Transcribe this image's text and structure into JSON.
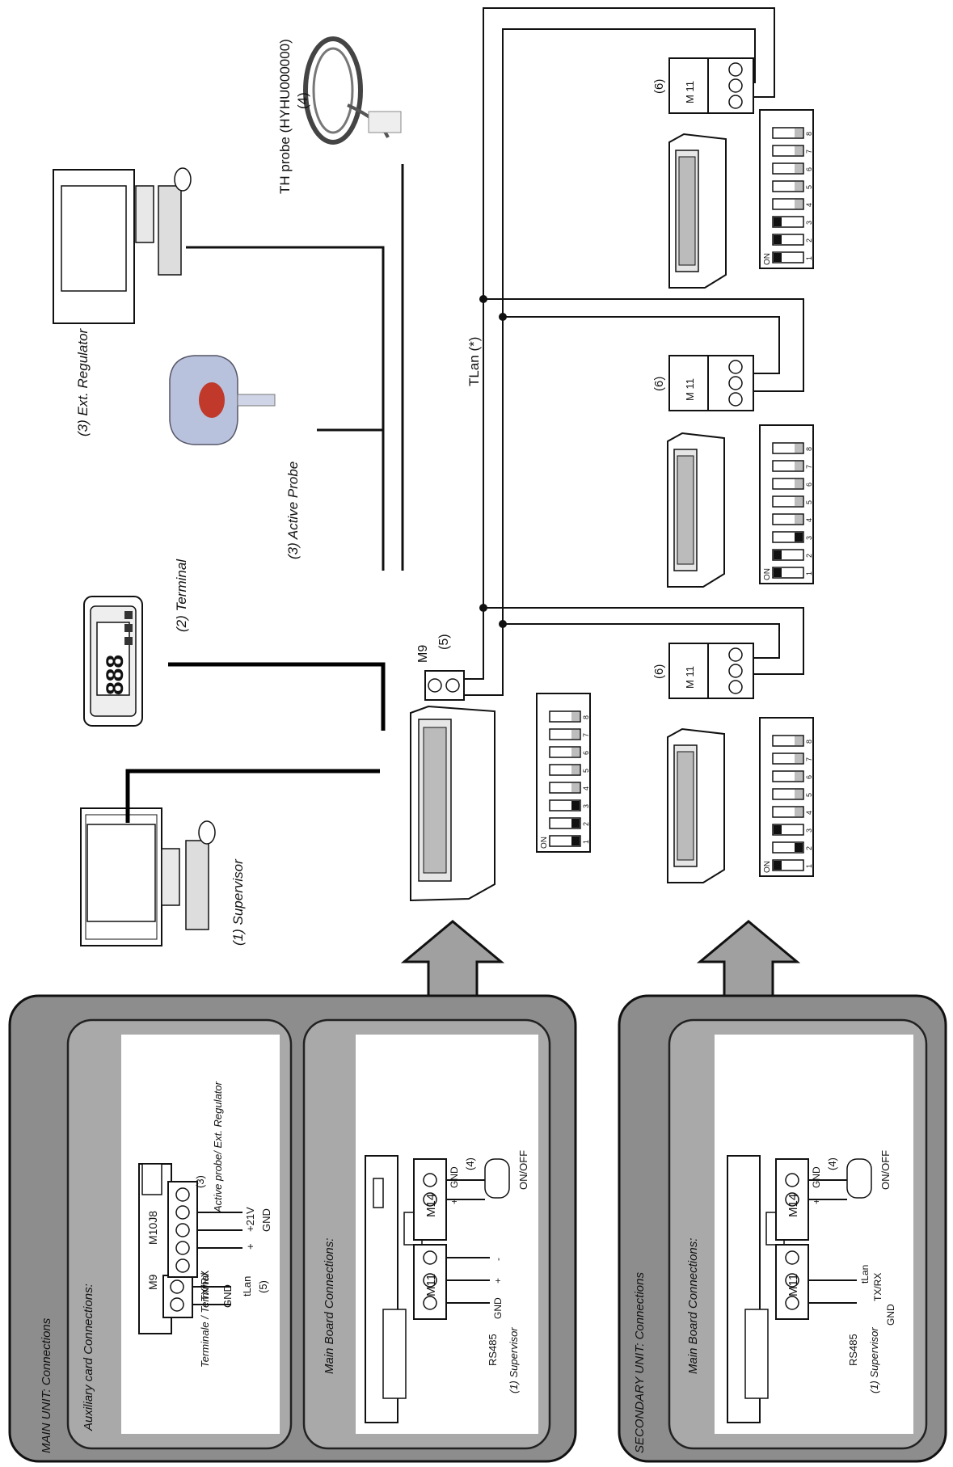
{
  "main_unit": {
    "title": "MAIN UNIT: Connections",
    "aux_title": "Auxiliary card Connections:",
    "main_board_title": "Main Board Connections:",
    "aux": {
      "terminal_label": "Terminale / Terminal",
      "m9": "M9",
      "m10j8": "M10J8",
      "txrx": "TX/RX",
      "gnd1": "GND",
      "plus": "+",
      "v21": "+21V",
      "gnd2": "GND",
      "tlan": "tLan",
      "ref5": "(5)",
      "ref3": "(3)",
      "active": "Active probe/ Ext. Regulator"
    },
    "board": {
      "m11": "M11",
      "m14": "M14",
      "ref4": "(4)",
      "onoff": "ON/OFF",
      "gnd": "GND",
      "plus": "+",
      "minus": "-",
      "plus2": "+",
      "gnd2": "GND",
      "rs485": "RS485",
      "supervisor": "(1)  Supervisor"
    }
  },
  "secondary_unit": {
    "title": "SECONDARY UNIT: Connections",
    "main_board_title": "Main Board Connections:",
    "board": {
      "m11": "M11",
      "m14": "M14",
      "ref4": "(4)",
      "onoff": "ON/OFF",
      "gnd": "GND",
      "plus": "+",
      "tlan": "tLan",
      "txrx": "TX/RX",
      "gnd2": "GND",
      "rs485": "RS485",
      "supervisor": "(1)  Supervisor"
    }
  },
  "devices": {
    "supervisor": "(1)  Supervisor",
    "terminal": "(2)  Terminal",
    "active_probe": "(3)  Active Probe",
    "ext_regulator": "(3)  Ext. Regulator",
    "th_probe": "TH probe (HYHU000000)",
    "th_probe_ref": "(4)",
    "m9": "M9",
    "m9_ref": "(5)",
    "tlan": "TLan (*)",
    "m11_ref": "(6)",
    "m11": "M 11",
    "dip_on": "ON"
  },
  "dip_numbers": [
    "1",
    "2",
    "3",
    "4",
    "5",
    "6",
    "7",
    "8"
  ]
}
